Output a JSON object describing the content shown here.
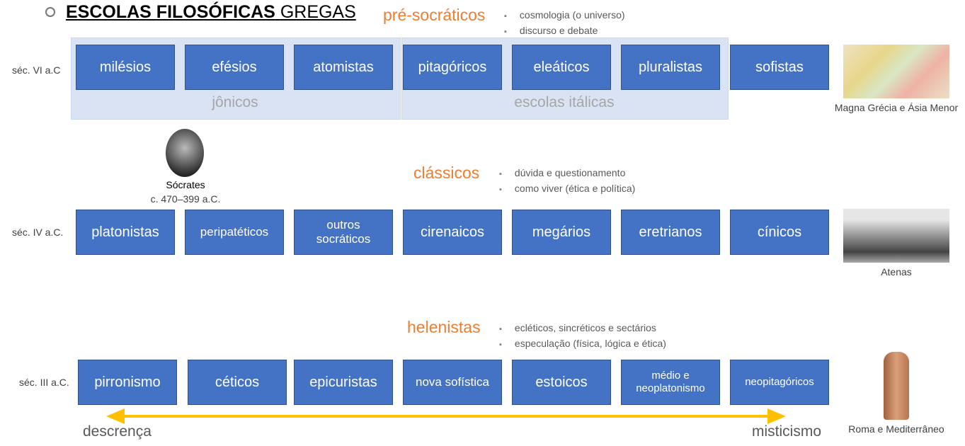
{
  "title": {
    "bold": "ESCOLAS FILOSÓFICAS",
    "light": "GREGAS"
  },
  "rows": [
    {
      "century": "séc. VI a.C",
      "era": "pré-socráticos",
      "bullets": [
        "cosmologia (o universo)",
        "discurso e debate"
      ],
      "schools": [
        "milésios",
        "efésios",
        "atomistas",
        "pitagóricos",
        "eleáticos",
        "pluralistas",
        "sofistas"
      ],
      "groups": [
        "jônicos",
        "escolas itálicas"
      ],
      "image_caption": "Magna Grécia e Ásia Menor"
    },
    {
      "century": "séc. IV a.C.",
      "era": "clássicos",
      "bullets": [
        "dúvida e questionamento",
        "como viver (ética e política)"
      ],
      "schools": [
        "platonistas",
        "peripatéticos",
        "outros socráticos",
        "cirenaicos",
        "megários",
        "eretrianos",
        "cínicos"
      ],
      "image_caption": "Atenas"
    },
    {
      "century": "séc. III a.C.",
      "era": "helenistas",
      "bullets": [
        "ecléticos, sincréticos e sectários",
        "especulação (física, lógica e ética)"
      ],
      "schools": [
        "pirronismo",
        "céticos",
        "epicuristas",
        "nova sofística",
        "estoicos",
        "médio e neoplatonismo",
        "neopitagóricos"
      ],
      "image_caption": "Roma e Mediterrâneo"
    }
  ],
  "socrates": {
    "name": "Sócrates",
    "dates": "c. 470–399 a.C."
  },
  "axis": {
    "left": "descrença",
    "right": "misticismo"
  },
  "colors": {
    "box": "#4472C4",
    "era": "#ED7D31",
    "arrow": "#FFC000",
    "panel": "#DAE3F3"
  }
}
